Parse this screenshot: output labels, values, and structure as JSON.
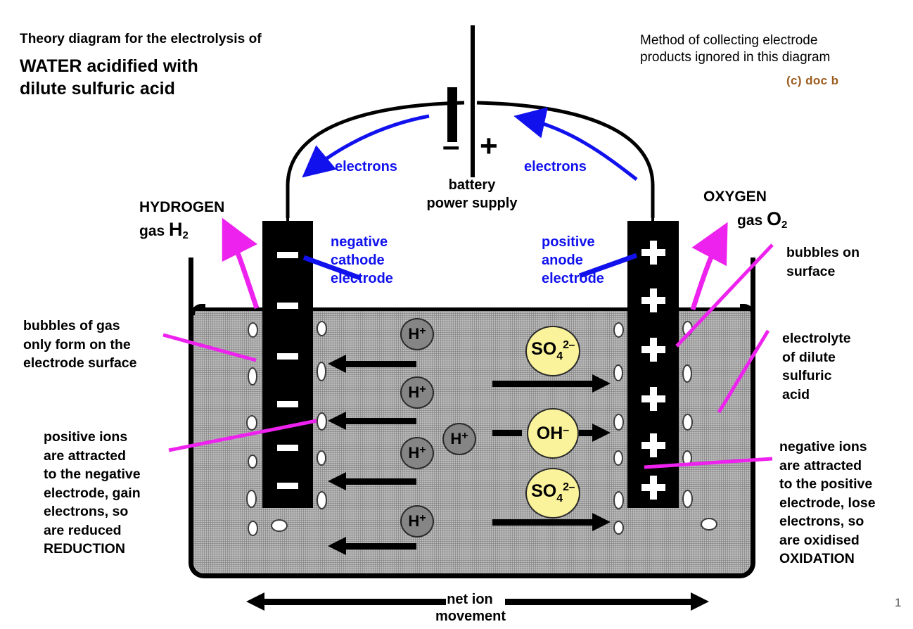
{
  "page": {
    "title_line1": "Theory diagram for the electrolysis of",
    "title_line2": "WATER acidified with",
    "title_line3": "dilute sulfuric acid",
    "note_line1": "Method of collecting electrode",
    "note_line2": "products ignored in this diagram",
    "credit": "(c) doc b",
    "page_number": "1"
  },
  "circuit": {
    "battery_line1": "battery",
    "battery_line2": "power supply",
    "battery_negative": "–",
    "battery_positive": "+",
    "electrons_left": "electrons",
    "electrons_right": "electrons"
  },
  "cathode": {
    "label_line1": "negative",
    "label_line2": "cathode",
    "label_line3": "electrode",
    "sign": "–",
    "sign_count": 6,
    "gas_name": "HYDROGEN",
    "gas_prefix": "gas",
    "gas_formula": "H",
    "gas_subscript": "2"
  },
  "anode": {
    "label_line1": "positive",
    "label_line2": "anode",
    "label_line3": "electrode",
    "sign": "+",
    "sign_count": 6,
    "gas_name": "OXYGEN",
    "gas_prefix": "gas",
    "gas_formula": "O",
    "gas_subscript": "2"
  },
  "annotations": {
    "left_top": "bubbles of gas\nonly form on the\nelectrode surface",
    "left_bottom": "positive ions\nare attracted\nto the negative\nelectrode, gain\nelectrons, so\nare reduced\nREDUCTION",
    "right_top": "bubbles on\nsurface",
    "right_mid": "electrolyte\nof dilute\nsulfuric\nacid",
    "right_bottom": "negative ions\nare attracted\nto the positive\nelectrode, lose\nelectrons, so\nare oxidised\nOXIDATION",
    "net_ion_line1": "net ion",
    "net_ion_line2": "movement"
  },
  "ions": {
    "hydrogen": {
      "symbol": "H",
      "charge": "+",
      "count": 5,
      "color": "#858585",
      "direction": "left"
    },
    "sulfate": {
      "symbol": "SO",
      "subscript": "4",
      "charge": "2–",
      "count": 2,
      "color": "#FAF39B",
      "direction": "right"
    },
    "hydroxide": {
      "symbol": "OH",
      "charge": "–",
      "count": 1,
      "color": "#FAF39B",
      "direction": "right"
    }
  },
  "colors": {
    "electrolyte": "#BCBCBC",
    "electrode": "#000000",
    "blue_label": "#1111EE",
    "magenta_pointer": "#EE22EE",
    "credit_brown": "#9C5B1E",
    "yellow_ion": "#FAF39B",
    "grey_ion": "#858585"
  }
}
